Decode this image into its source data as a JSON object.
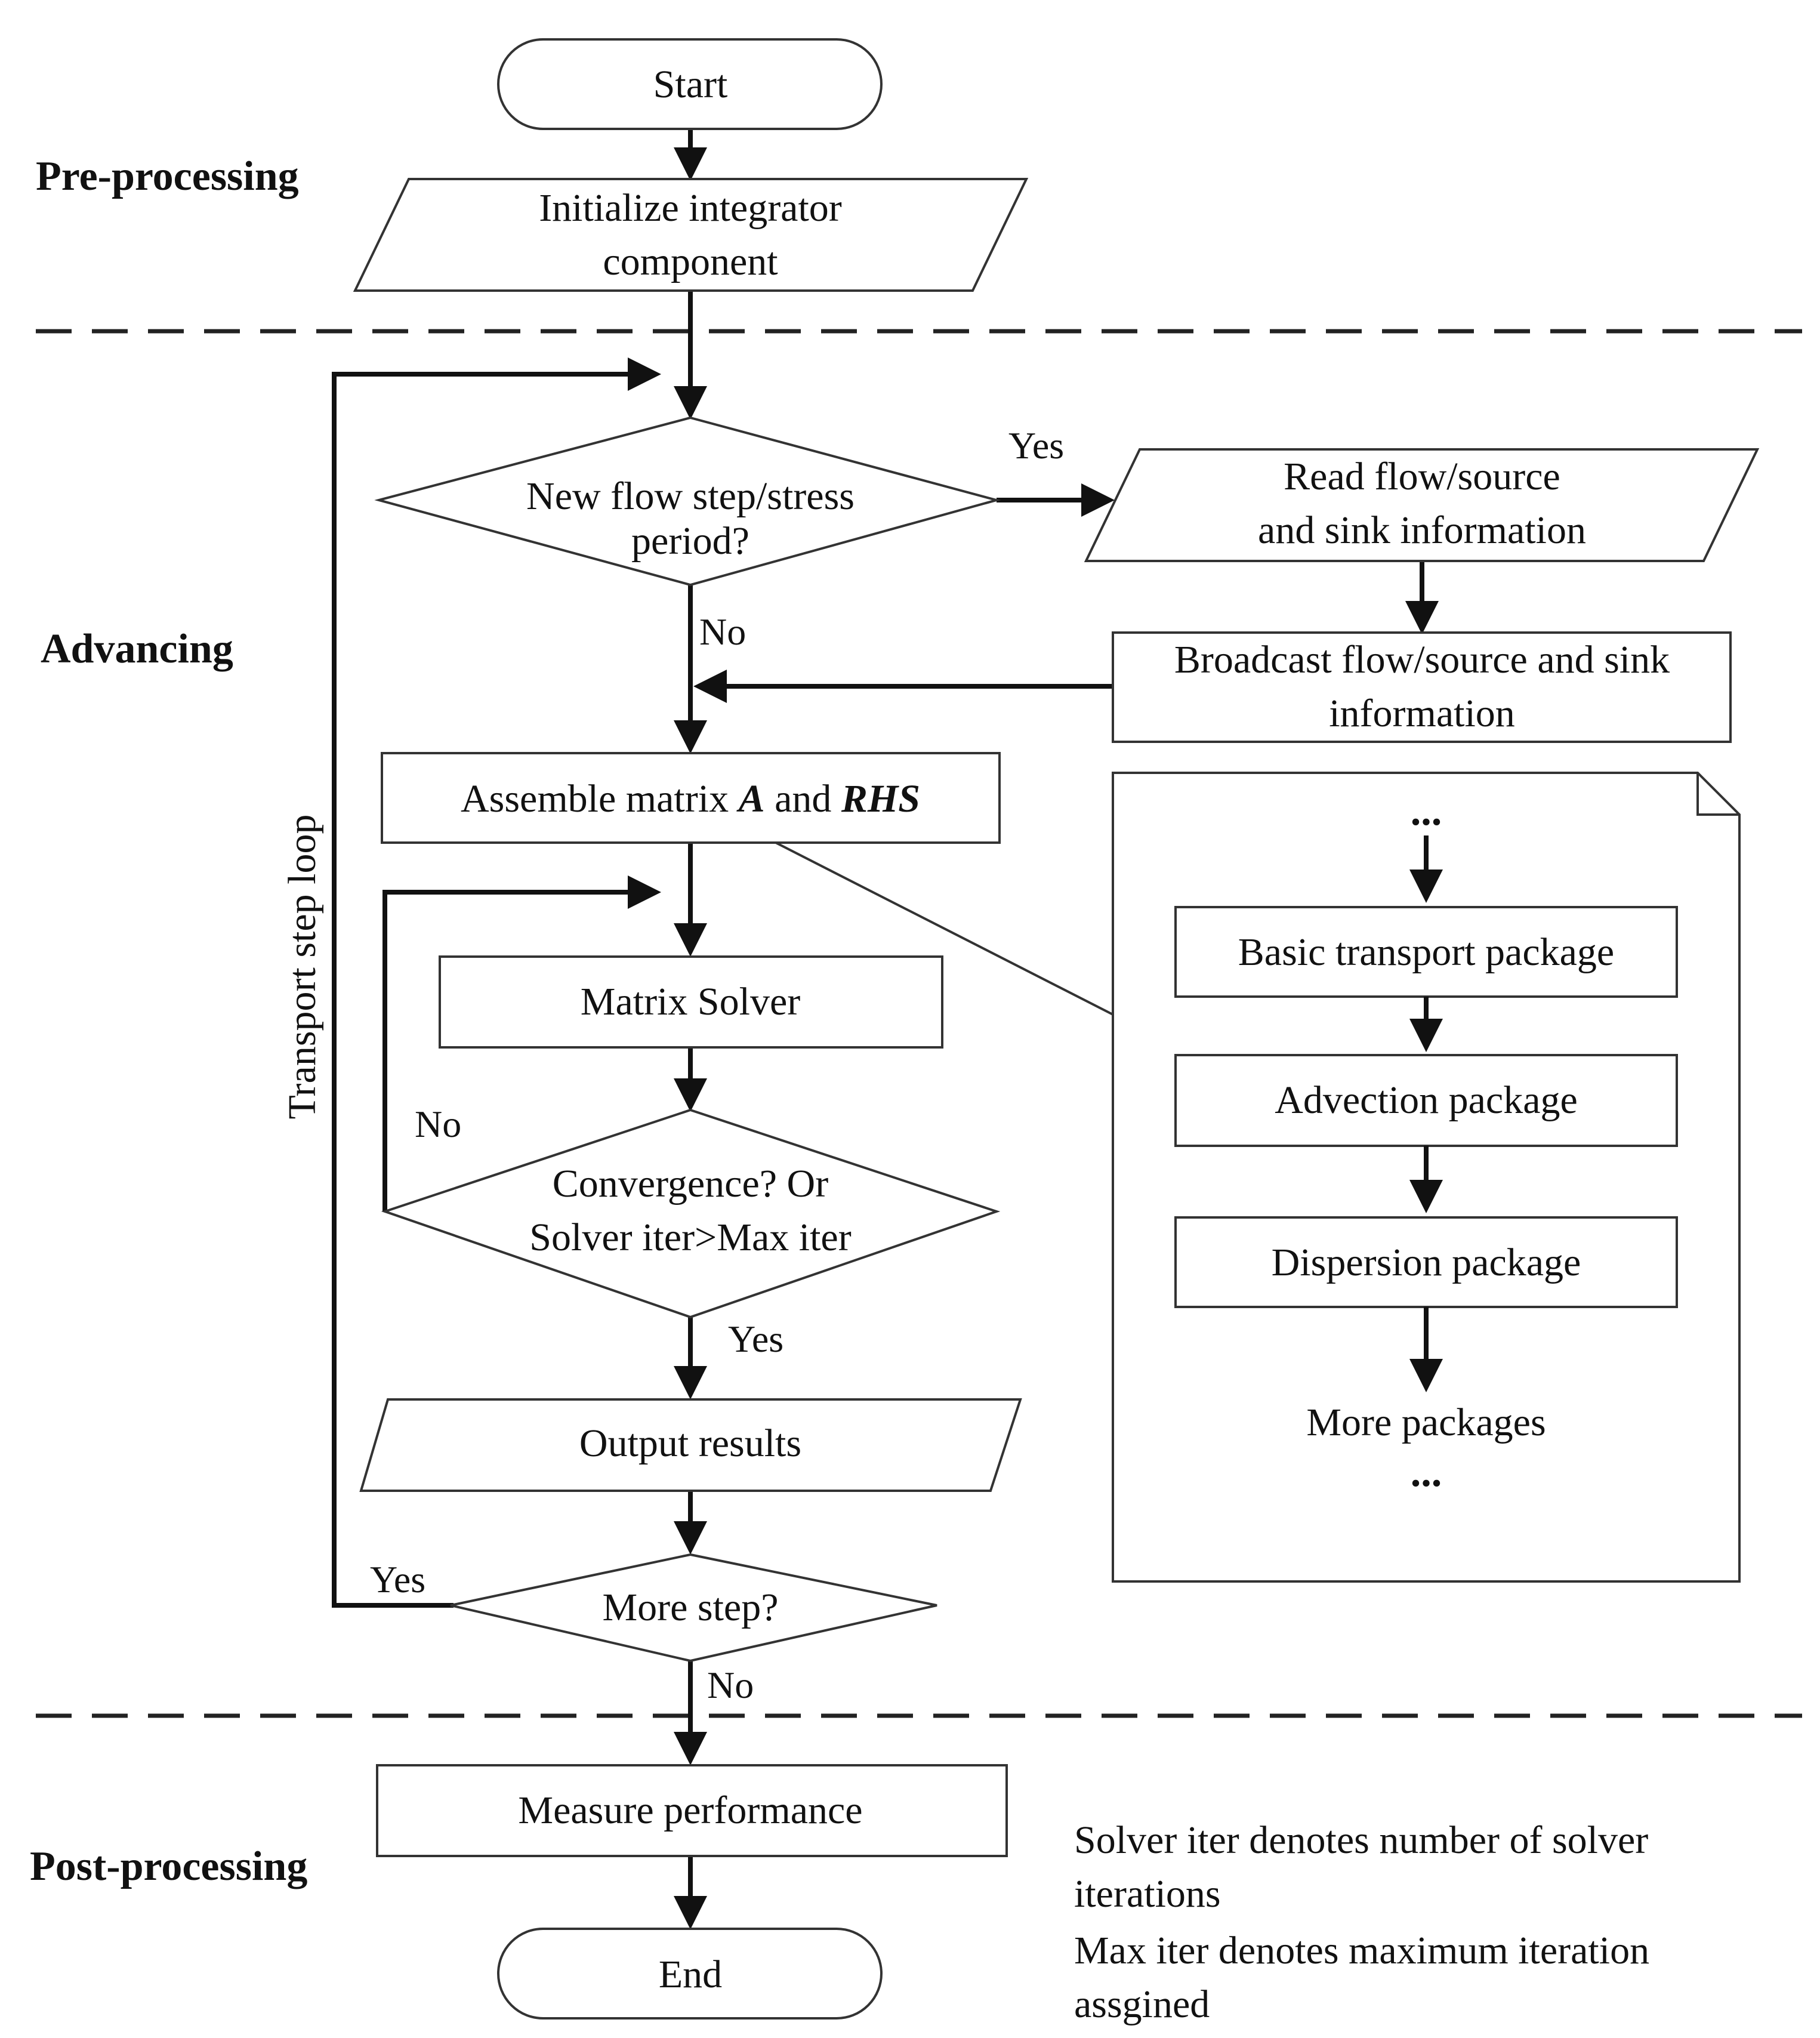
{
  "sections": {
    "pre": "Pre-processing",
    "advancing": "Advancing",
    "post": "Post-processing"
  },
  "nodes": {
    "start": "Start",
    "initialize": [
      "Initialize integrator",
      "component"
    ],
    "new_flow": [
      "New flow step/stress",
      "period?"
    ],
    "read_flow": [
      "Read flow/source",
      "and sink information"
    ],
    "broadcast": [
      "Broadcast flow/source and sink",
      "information"
    ],
    "assemble": {
      "prefix": "Assemble matrix ",
      "a": "A",
      "mid": " and ",
      "rhs": "RHS"
    },
    "matrix_solver": "Matrix Solver",
    "convergence": [
      "Convergence? Or",
      "Solver iter>Max iter"
    ],
    "output": "Output results",
    "more_step": "More step?",
    "measure": "Measure performance",
    "end": "End"
  },
  "packages": {
    "top_dots": "...",
    "items": [
      "Basic transport package",
      "Advection package",
      "Dispersion package"
    ],
    "more": "More packages",
    "bottom_dots": "..."
  },
  "edge_labels": {
    "new_flow_yes": "Yes",
    "new_flow_no": "No",
    "converge_no": "No",
    "converge_yes": "Yes",
    "more_yes": "Yes",
    "more_no": "No"
  },
  "loop_label": "Transport step loop",
  "note": [
    "Solver iter denotes number of solver",
    "iterations",
    "Max iter denotes maximum iteration",
    "assgined"
  ]
}
